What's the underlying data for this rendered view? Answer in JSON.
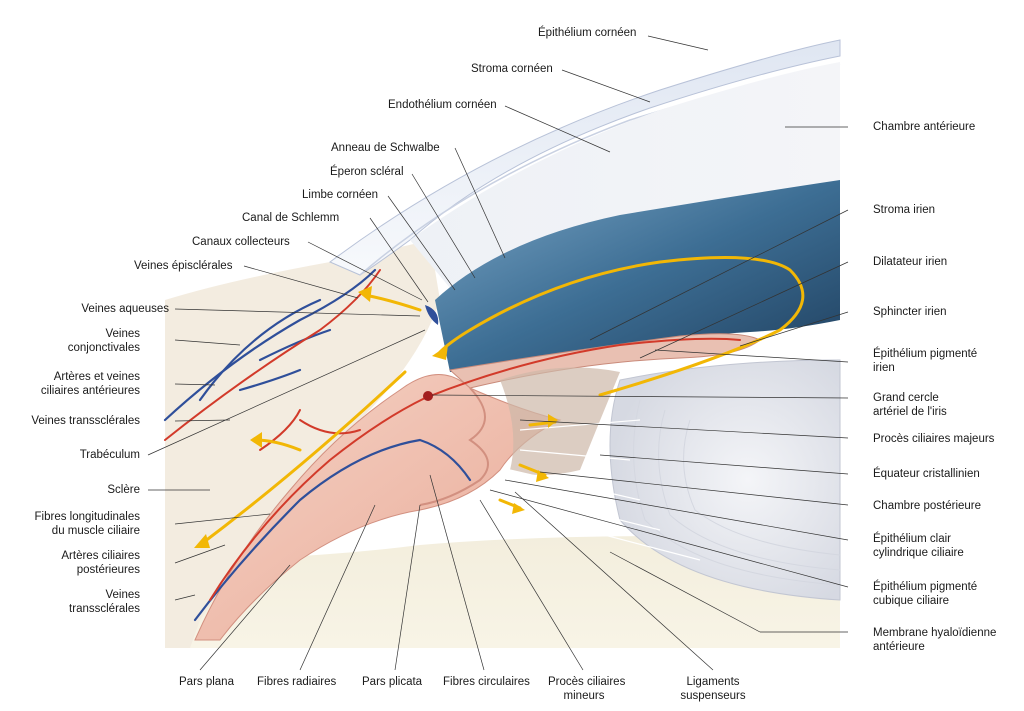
{
  "labels": {
    "epithelium_corneen": "Épithélium cornéen",
    "stroma_corneen": "Stroma cornéen",
    "endothelium_corneen": "Endothélium cornéen",
    "anneau_schwalbe": "Anneau de Schwalbe",
    "eperon_scleral": "Éperon scléral",
    "limbe_corneen": "Limbe cornéen",
    "canal_schlemm": "Canal de Schlemm",
    "canaux_collecteurs": "Canaux collecteurs",
    "veines_episclerales": "Veines épisclérales",
    "veines_aqueuses": "Veines aqueuses",
    "veines_conjonctivales_1": "Veines",
    "veines_conjonctivales_2": "conjonctivales",
    "arteres_veines_ciliaires_1": "Artères et veines",
    "arteres_veines_ciliaires_2": "ciliaires antérieures",
    "veines_transsclerales_upper": "Veines transsclérales",
    "trabeculum": "Trabéculum",
    "sclere": "Sclère",
    "fibres_longitudinales_1": "Fibres longitudinales",
    "fibres_longitudinales_2": "du muscle ciliaire",
    "arteres_ciliaires_post_1": "Artères ciliaires",
    "arteres_ciliaires_post_2": "postérieures",
    "veines_transsclerales_lower_1": "Veines",
    "veines_transsclerales_lower_2": "transsclérales",
    "chambre_anterieure": "Chambre antérieure",
    "stroma_irien": "Stroma irien",
    "dilatateur_irien": "Dilatateur irien",
    "sphincter_irien": "Sphincter irien",
    "epithelium_pigmente_irien_1": "Épithélium pigmenté",
    "epithelium_pigmente_irien_2": "irien",
    "grand_cercle_1": "Grand cercle",
    "grand_cercle_2": "artériel de l'iris",
    "proces_ciliaires_majeurs": "Procès ciliaires majeurs",
    "equateur_cristallinien": "Équateur cristallinien",
    "chambre_posterieure": "Chambre postérieure",
    "epithelium_clair_1": "Épithélium clair",
    "epithelium_clair_2": "cylindrique ciliaire",
    "epithelium_pigmente_cubique_1": "Épithélium pigmenté",
    "epithelium_pigmente_cubique_2": "cubique ciliaire",
    "membrane_hyaloidienne_1": "Membrane hyaloïdienne",
    "membrane_hyaloidienne_2": "antérieure",
    "pars_plana": "Pars plana",
    "fibres_radiaires": "Fibres radiaires",
    "pars_plicata": "Pars plicata",
    "fibres_circulaires": "Fibres circulaires",
    "proces_ciliaires_mineurs_1": "Procès ciliaires",
    "proces_ciliaires_mineurs_2": "mineurs",
    "ligaments_suspenseurs_1": "Ligaments",
    "ligaments_suspenseurs_2": "suspenseurs"
  },
  "colors": {
    "artery": "#d23a2a",
    "vein": "#2f4f9a",
    "aqueous_flow": "#f2b705",
    "iris": "#3d6e94",
    "sclera": "#f3ece0",
    "muscle": "#f2c2b3",
    "lens": "#e8eaf0",
    "vitreous": "#f6f0dc"
  }
}
